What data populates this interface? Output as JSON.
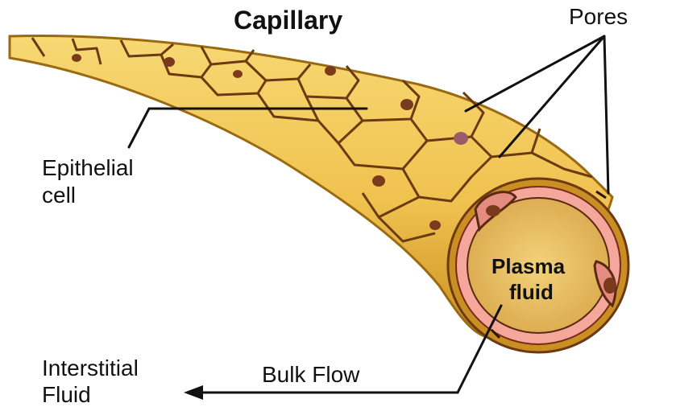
{
  "title": "Capillary",
  "labels": {
    "pores": "Pores",
    "epithelial_line1": "Epithelial",
    "epithelial_line2": "cell",
    "plasma_line1": "Plasma",
    "plasma_line2": "fluid",
    "interstitial_line1": "Interstitial",
    "interstitial_line2": "Fluid",
    "bulk_flow": "Bulk Flow"
  },
  "colors": {
    "vessel_fill": "#F2C75A",
    "vessel_dark": "#B8860B",
    "lumen_fill": "#E9B95A",
    "lumen_ring": "#F4A79A",
    "cell_border": "#6B3A12",
    "nucleus": "#7A3B1C"
  }
}
